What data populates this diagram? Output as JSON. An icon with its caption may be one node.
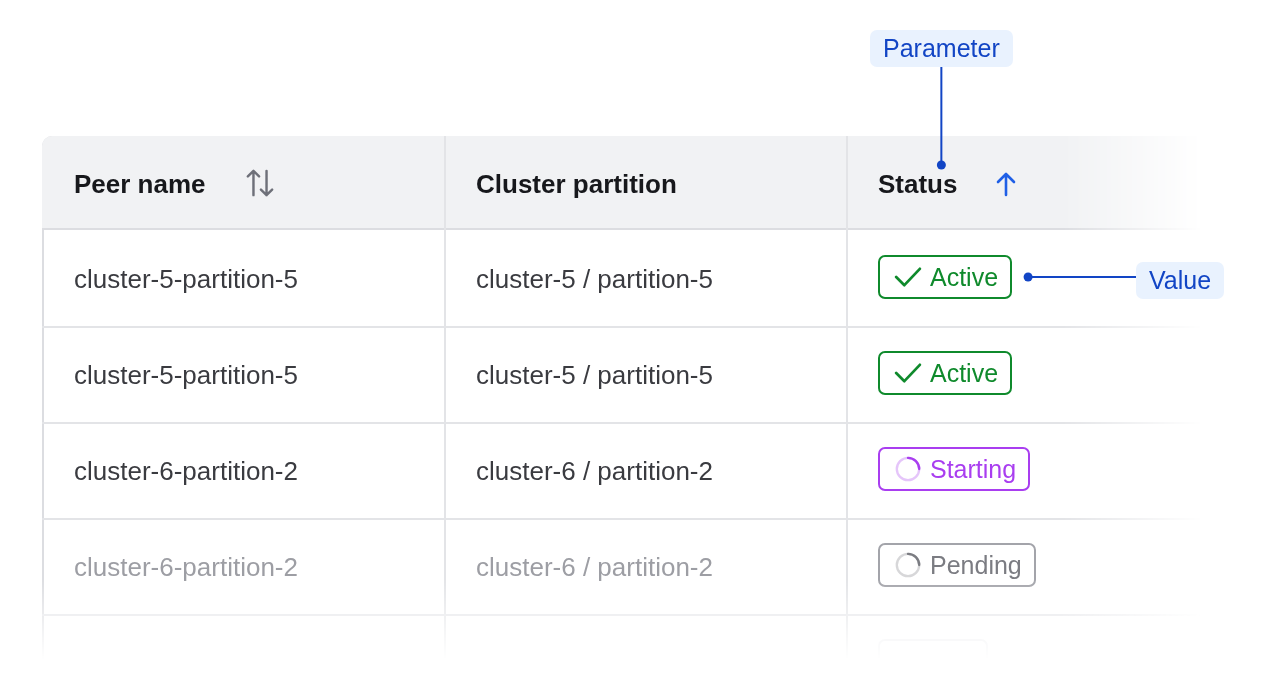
{
  "diagram": {
    "nodes": [
      {
        "text": [
          "Parameter"
        ]
      },
      {
        "text": [
          "Status"
        ]
      },
      {
        "text": [
          "Value"
        ]
      },
      {
        "text": [
          "Active"
        ]
      },
      {
        "text": [
          "Active"
        ]
      },
      {
        "text": [
          "Starting"
        ]
      },
      {
        "text": [
          "Pending"
        ]
      },
      {
        "text": [],
        "shape": "box"
      }
    ],
    "edges": [
      {
        "from": 0,
        "to": 1,
        "arrow": "other"
      },
      {
        "from": 2,
        "to": 3,
        "arrow": "other"
      }
    ],
    "labels": [
      "Peer name",
      "Cluster partition",
      "cluster-5-partition-5",
      "cluster-5 / partition-5",
      "cluster-5-partition-5",
      "cluster-5 / partition-5",
      "cluster-6-partition-2",
      "cluster-6 / partition-2",
      "cluster-6-partition-2",
      "cluster-6 / partition-2"
    ]
  }
}
